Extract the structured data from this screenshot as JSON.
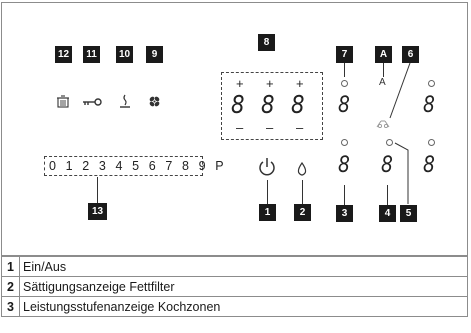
{
  "diagram": {
    "callouts": {
      "c12": "12",
      "c11": "11",
      "c10": "10",
      "c9": "9",
      "c8": "8",
      "c7": "7",
      "cA": "A",
      "c6": "6",
      "c1": "1",
      "c2": "2",
      "c3": "3",
      "c4": "4",
      "c5": "5",
      "c13": "13"
    },
    "display_glyph": "8",
    "plus": "+",
    "minus": "–",
    "auto_letter": "A",
    "slider_scale": "0 1 2 3 4 5 6 7 8 9 P",
    "icons": [
      "fat-filter-icon",
      "key-lock-icon",
      "heat-icon",
      "fan-icon",
      "power-icon",
      "drop-icon",
      "hood-icon",
      "timer-indicator-icon"
    ]
  },
  "legend": [
    {
      "num": "1",
      "label": "Ein/Aus"
    },
    {
      "num": "2",
      "label": "Sättigungsanzeige Fettfilter"
    },
    {
      "num": "3",
      "label": "Leistungsstufenanzeige Kochzonen"
    }
  ]
}
